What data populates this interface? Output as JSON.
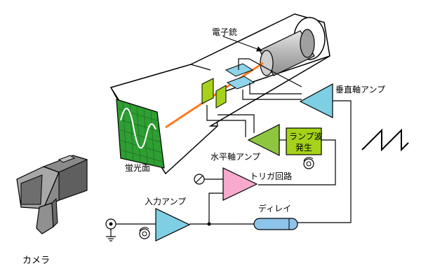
{
  "labels": {
    "electron_gun": "電子銃",
    "vertical_amp": "垂直軸アンプ",
    "ramp_gen_line1": "ランプ波",
    "ramp_gen_line2": "発生",
    "horizontal_amp": "水平軸アンプ",
    "screen": "蛍光面",
    "trigger": "トリガ回路",
    "input_amp": "入力アンプ",
    "delay": "ディレイ",
    "camera": "カメラ"
  },
  "colors": {
    "crt_screen": "#2f9e33",
    "trace": "#ffffff",
    "beam": "#ff7a1f",
    "plate_green": "#a6d31a",
    "plate_blue": "#8fd4e8",
    "amp_blue": "#7ecfe3",
    "amp_green": "#8ec63f",
    "trigger_pink": "#f7aacb",
    "ramp_box": "#a6d31a",
    "delay": "#8fc4ea",
    "gun_gray": "#b3b3b3",
    "camera_gray": "#7a7a7a"
  },
  "icons": {
    "input_connector": "bnc-connector-icon",
    "ground": "ground-icon",
    "knob": "adjust-knob-icon",
    "sawtooth": "sawtooth-wave-icon"
  }
}
